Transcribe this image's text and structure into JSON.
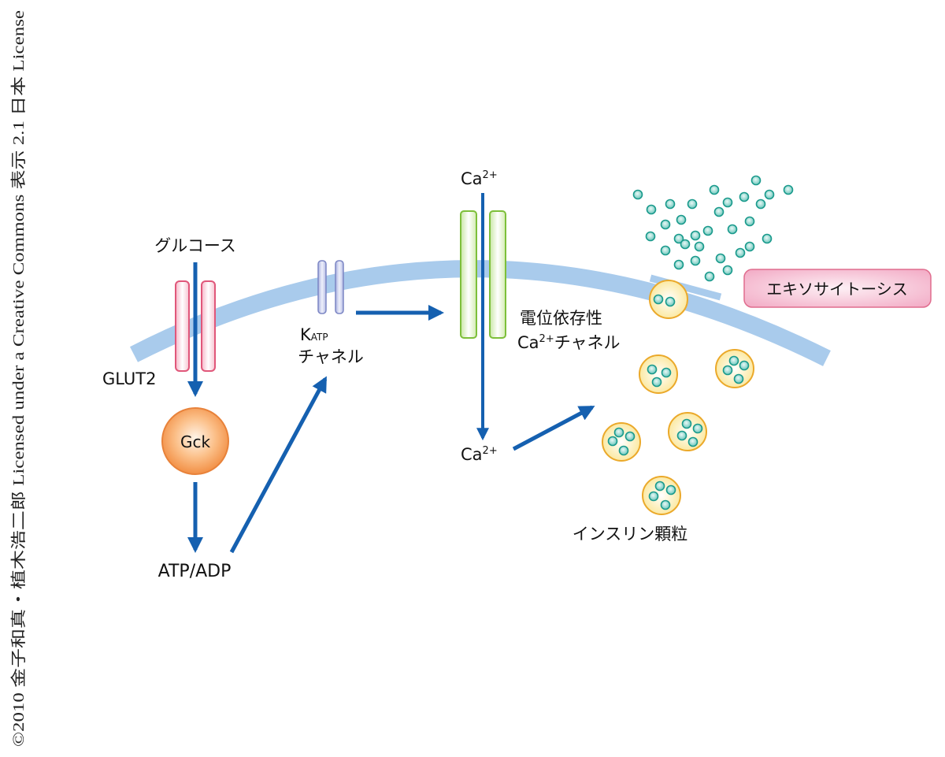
{
  "copyright": "©2010 金子和真・植木浩二郎 Licensed under a Creative Commons 表示 2.1 日本 License",
  "labels": {
    "glucose": "グルコース",
    "glut2": "GLUT2",
    "gck": "Gck",
    "atp_adp": "ATP/ADP",
    "katp_main": "K",
    "katp_sub": "ATP",
    "katp_channel": "チャネル",
    "ca_top": "Ca",
    "ca_top_sup": "2+",
    "ca_bottom": "Ca",
    "ca_bottom_sup": "2+",
    "vdcc_line1": "電位依存性",
    "vdcc_line2_ca": "Ca",
    "vdcc_line2_sup": "2+",
    "vdcc_line2_rest": "チャネル",
    "exocytosis": "エキソサイトーシス",
    "insulin_granules": "インスリン顆粒"
  },
  "colors": {
    "membrane": "#a9cbec",
    "arrow": "#1560b0",
    "glut2_stroke": "#e0577a",
    "glut2_fill": "#fbe3ea",
    "katp_stroke": "#7c86c4",
    "katp_fill": "#d7dbf1",
    "vdcc_stroke": "#7dbf3a",
    "vdcc_fill": "#eaf5d6",
    "gck_stroke": "#e8823a",
    "gck_fill": "#f7a865",
    "granule_stroke": "#eba92a",
    "granule_fill": "#fdf0b8",
    "insulin_stroke": "#1a9a8c",
    "insulin_fill": "#bfe7e2",
    "exo_stroke": "#e06d8e",
    "exo_fill": "#f7c6d8"
  }
}
